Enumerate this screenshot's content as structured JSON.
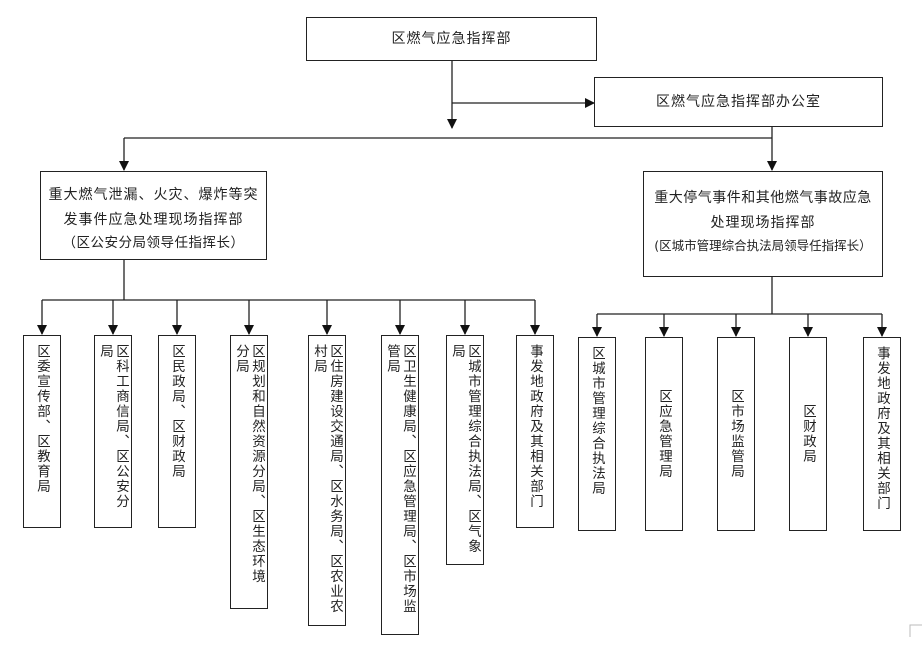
{
  "top": {
    "label": "区燃气应急指挥部"
  },
  "office": {
    "label": "区燃气应急指挥部办公室"
  },
  "left_branch": {
    "line1": "重大燃气泄漏、火灾、爆炸等突",
    "line2": "发事件应急处理现场指挥部",
    "lead": "（区公安分局领导任指挥长）",
    "units": [
      "区委宣传部、区教育局",
      "区科工商信局、区公安分局",
      "区民政局、区财政局",
      "区规划和自然资源分局、区生态环境分局",
      "区住房建设交通局、区水务局、区农业农村局",
      "区卫生健康局、区应急管理局、区市场监管局",
      "区城市管理综合执法局、区气象局",
      "事发地政府及其相关部门"
    ]
  },
  "right_branch": {
    "line1": "重大停气事件和其他燃气事故应急",
    "line2": "处理现场指挥部",
    "lead": "(区城市管理综合执法局领导任指挥长）",
    "units": [
      "区城市管理综合执法局",
      "区应急管理局",
      "区市场监管局",
      "区财政局",
      "事发地政府及其相关部门"
    ]
  }
}
